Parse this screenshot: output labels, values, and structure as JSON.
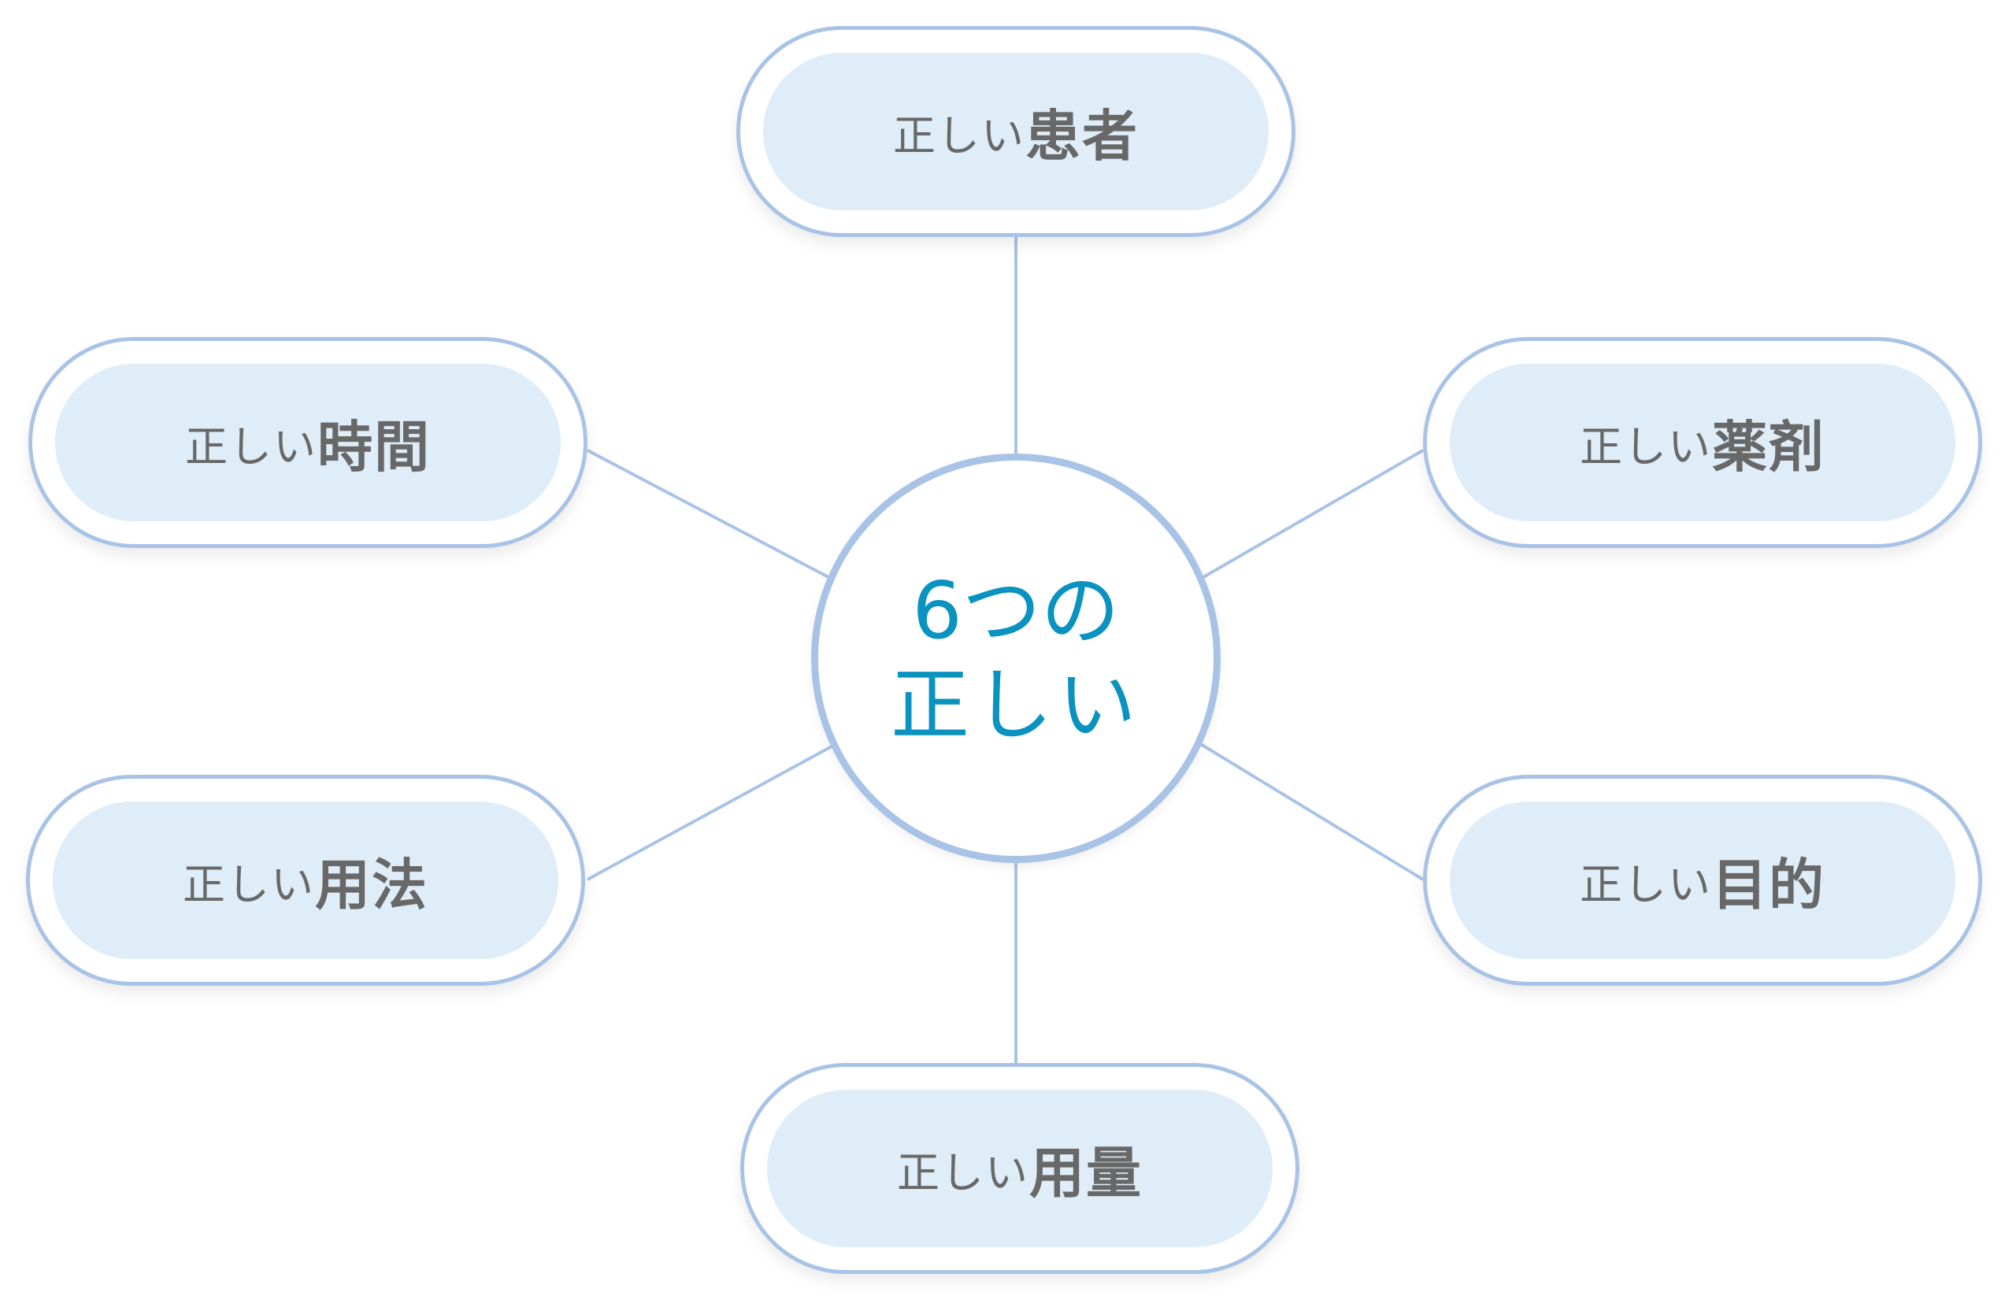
{
  "center": {
    "line1": "6つの",
    "line2": "正しい"
  },
  "nodes": [
    {
      "id": "patient",
      "prefix": "正しい",
      "keyword": "患者"
    },
    {
      "id": "drug",
      "prefix": "正しい",
      "keyword": "薬剤"
    },
    {
      "id": "purpose",
      "prefix": "正しい",
      "keyword": "目的"
    },
    {
      "id": "dose",
      "prefix": "正しい",
      "keyword": "用量"
    },
    {
      "id": "route",
      "prefix": "正しい",
      "keyword": "用法"
    },
    {
      "id": "time",
      "prefix": "正しい",
      "keyword": "時間"
    }
  ],
  "colors": {
    "outline": "#a9c3e6",
    "pill_fill": "#deedf8",
    "node_text": "#686868",
    "center_text": "#0a93c0"
  }
}
